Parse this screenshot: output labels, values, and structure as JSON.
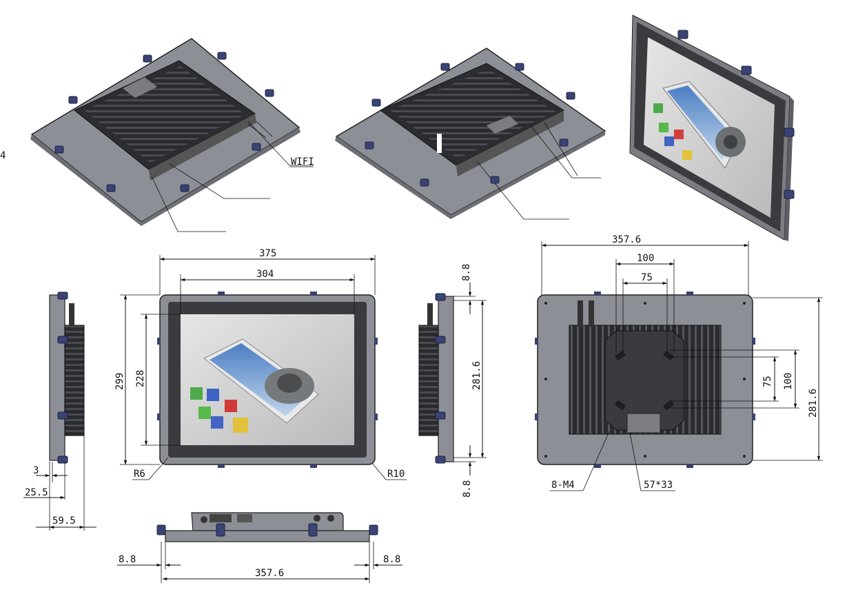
{
  "labels": {
    "wifi": "WIFI",
    "edge_mark": "4",
    "front_width": "375",
    "front_view_width": "304",
    "front_height": "299",
    "front_view_height": "228",
    "corner_small": "R6",
    "corner_large": "R10",
    "side_margin_top": "8.8",
    "side_margin_bottom": "8.8",
    "side_height": "281.6",
    "back_width": "357.6",
    "vesa_outer_w": "100",
    "vesa_inner_w": "75",
    "vesa_inner_h": "75",
    "vesa_outer_h": "100",
    "back_height": "281.6",
    "screw_spec": "8-M4",
    "cutout_spec": "57*33",
    "depth_front": "3",
    "depth_mid": "25.5",
    "depth_total": "59.5",
    "bottom_margin_left": "8.8",
    "bottom_margin_right": "8.8",
    "bottom_width": "357.6"
  },
  "colors": {
    "panel": "#8d8f96",
    "bezel": "#3a3b3f",
    "heatsink": "#2c2d30",
    "clip": "#3b4374"
  }
}
